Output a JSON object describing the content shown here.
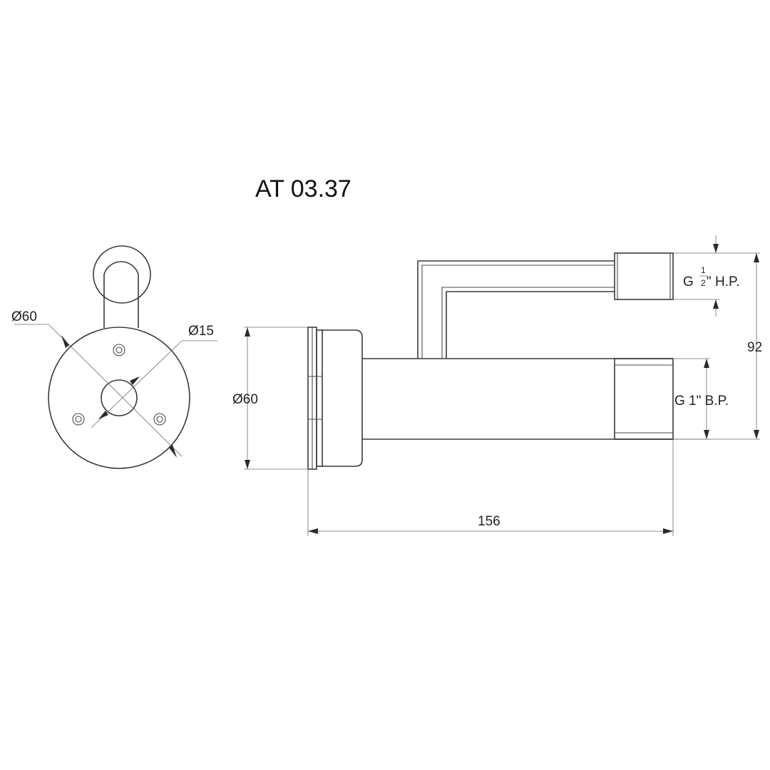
{
  "title": "AT 03.37",
  "dimensions": {
    "flange_diameter": "Ø60",
    "bore_diameter": "Ø15",
    "body_diameter": "Ø60",
    "length": "156",
    "height": "92"
  },
  "threads": {
    "top_prefix": "G",
    "top_frac_num": "1",
    "top_frac_den": "2",
    "top_suffix": "\" H.P.",
    "bottom": "G 1\" B.P."
  },
  "colors": {
    "line": "#3a3a3a",
    "text": "#222222"
  }
}
